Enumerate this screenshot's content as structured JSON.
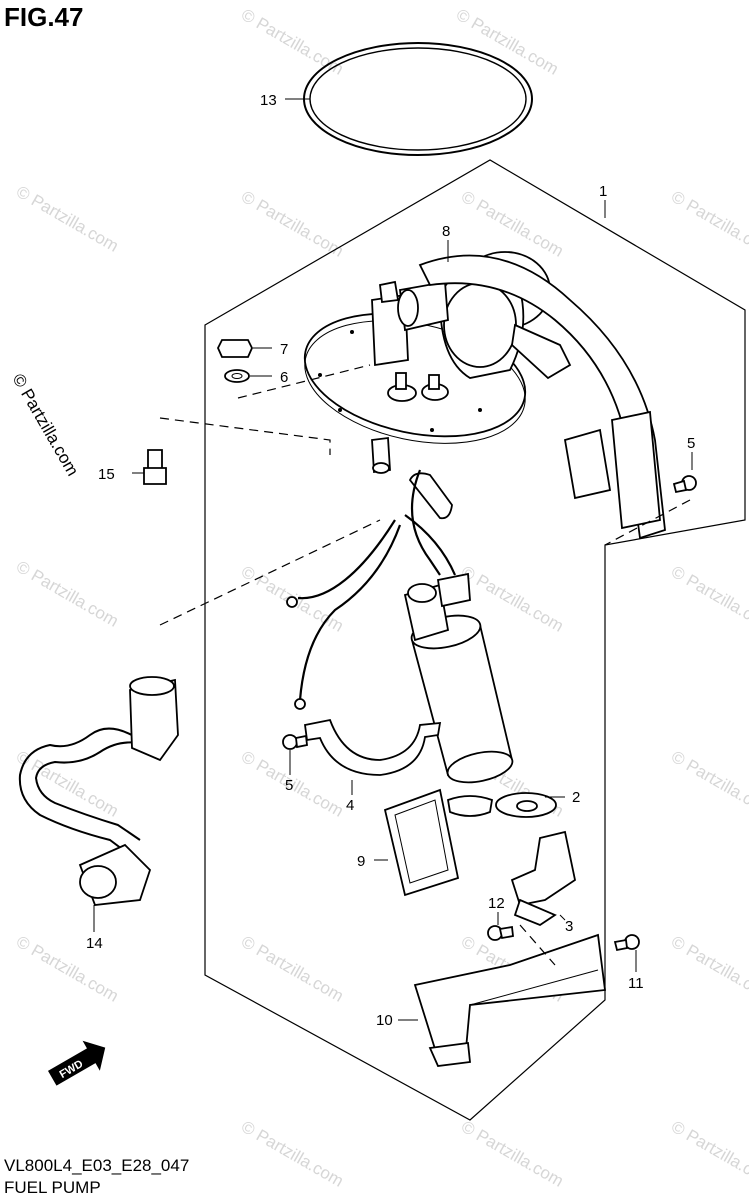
{
  "title": "FIG.47",
  "model_code": "VL800L4_E03_E28_047",
  "diagram_name": "FUEL PUMP",
  "watermark_text": "© Partzilla.com",
  "watermark_color": "#d6d6d6",
  "fwd_label": "FWD",
  "callouts": {
    "c1": "1",
    "c2": "2",
    "c3": "3",
    "c4": "4",
    "c5a": "5",
    "c5b": "5",
    "c6": "6",
    "c7": "7",
    "c8": "8",
    "c9": "9",
    "c10": "10",
    "c11": "11",
    "c12": "12",
    "c13": "13",
    "c14": "14",
    "c15": "15"
  }
}
